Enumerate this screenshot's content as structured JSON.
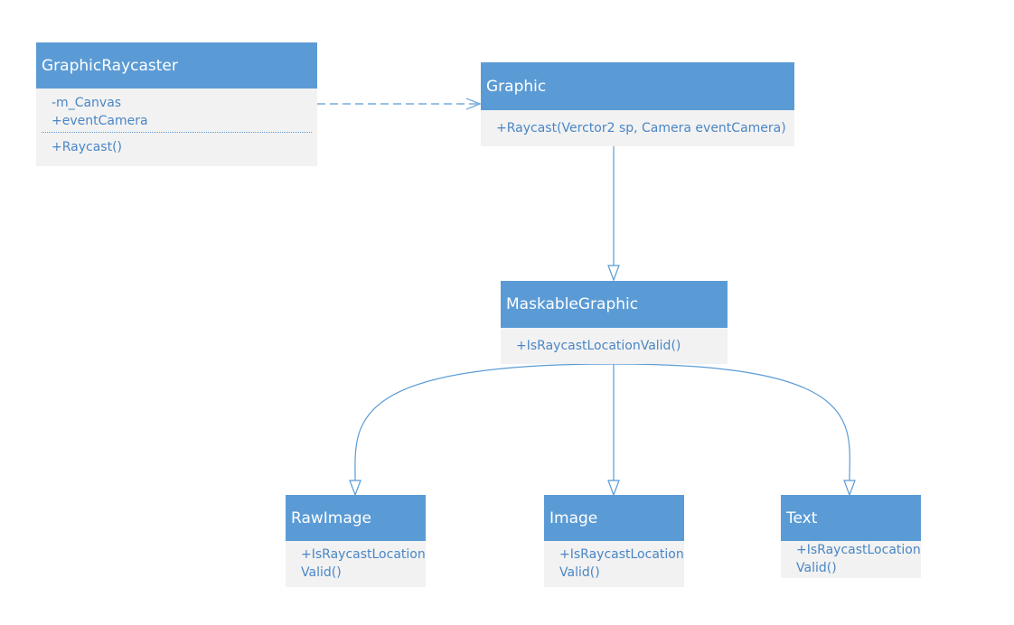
{
  "classes": {
    "graphic_raycaster": {
      "name": "GraphicRaycaster",
      "attributes": [
        "-m_Canvas",
        "+eventCamera"
      ],
      "methods": [
        "+Raycast()"
      ]
    },
    "graphic": {
      "name": "Graphic",
      "methods": [
        "+Raycast(Verctor2 sp, Camera eventCamera)"
      ]
    },
    "maskable_graphic": {
      "name": "MaskableGraphic",
      "methods": [
        "+IsRaycastLocationValid()"
      ]
    },
    "raw_image": {
      "name": "RawImage",
      "methods": [
        "+IsRaycastLocation",
        "Valid()"
      ]
    },
    "image": {
      "name": "Image",
      "methods": [
        "+IsRaycastLocation",
        "Valid()"
      ]
    },
    "text": {
      "name": "Text",
      "methods": [
        "+IsRaycastLocation",
        "Valid()"
      ]
    }
  },
  "colors": {
    "header": "#5b9bd5",
    "body": "#f2f2f2",
    "member_text": "#4a86c5",
    "connector": "#5b9bd5"
  }
}
